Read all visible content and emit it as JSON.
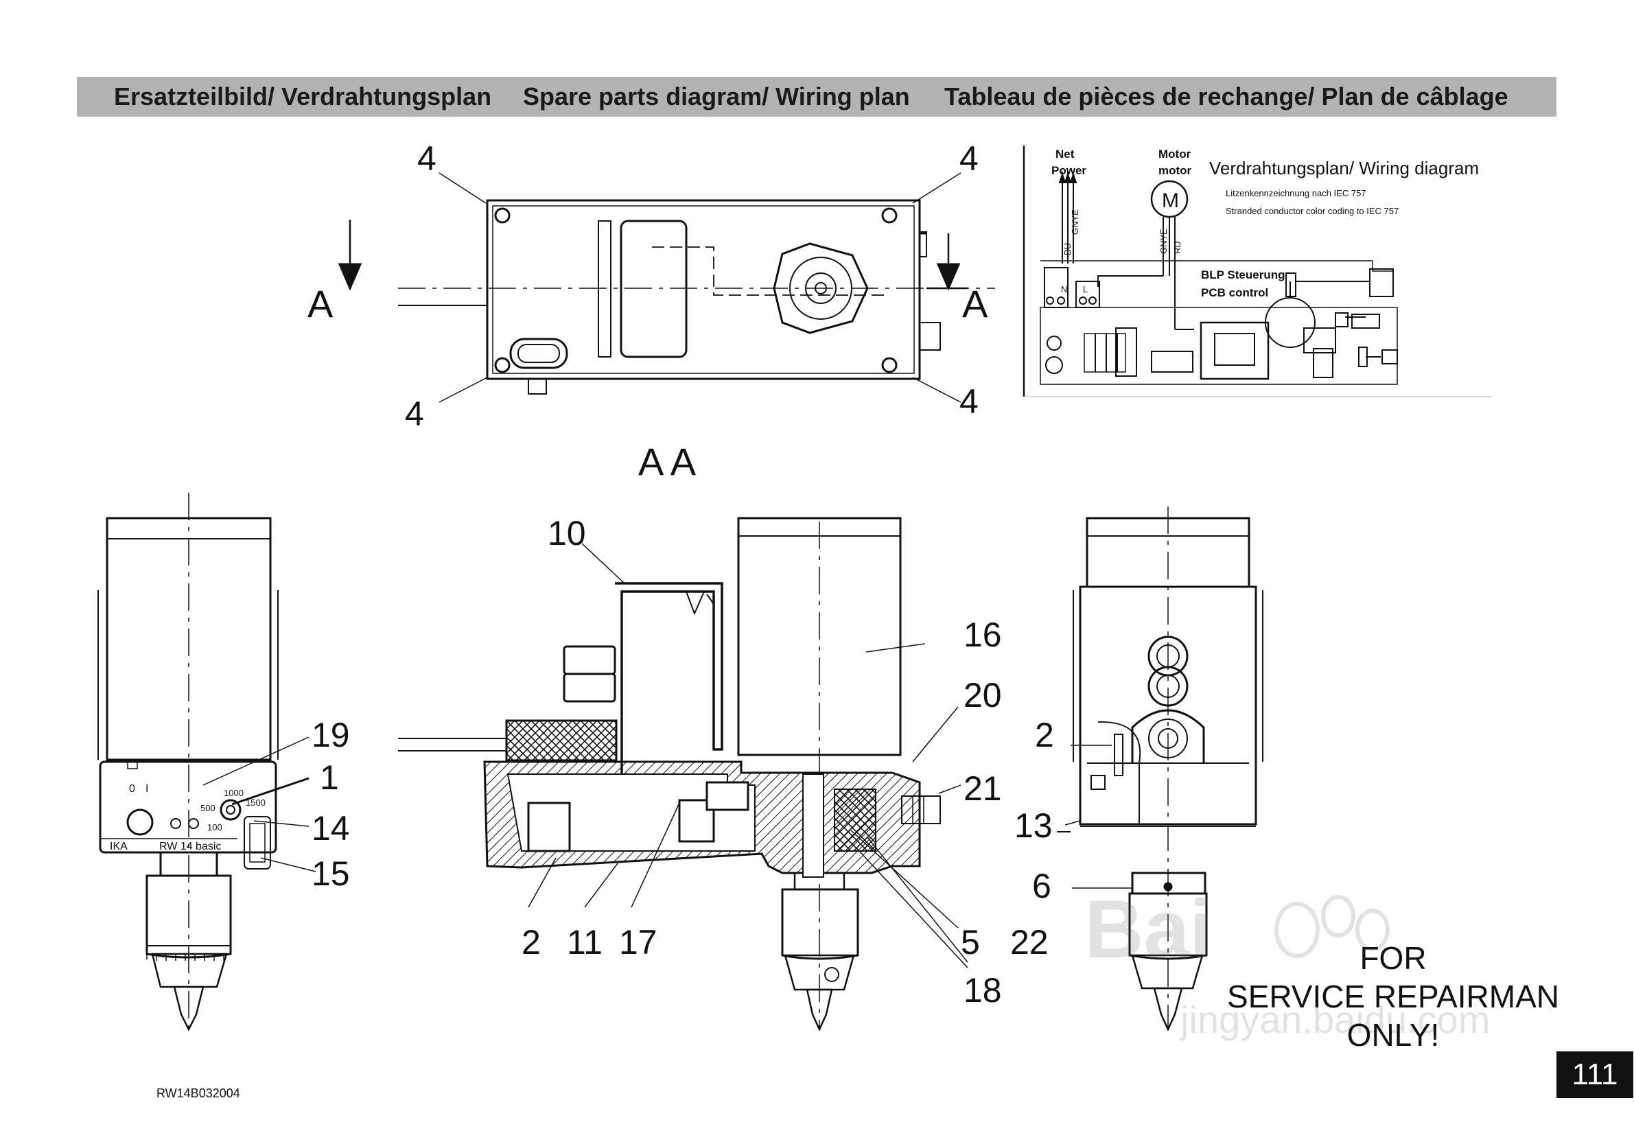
{
  "header": {
    "title_de": "Ersatzteilbild/ Verdrahtungsplan",
    "title_en": "Spare parts diagram/ Wiring plan",
    "title_fr": "Tableau de pièces de rechange/ Plan de câblage"
  },
  "top_view": {
    "callouts": [
      "4",
      "4",
      "4",
      "4"
    ],
    "section_marks": [
      "A",
      "A"
    ],
    "section_title": "A A"
  },
  "wiring": {
    "net_label": "Net",
    "power_label": "Power",
    "motor_label_de": "Motor",
    "motor_label_en": "motor",
    "motor_symbol": "M",
    "title": "Verdrahtungsplan/ Wiring diagram",
    "note_de": "Litzenkennzeichnung nach IEC 757",
    "note_en": "Stranded conductor color coding to IEC 757",
    "wire_codes": [
      "BU",
      "GNYE",
      "GNYE",
      "RD"
    ],
    "terminal_labels": [
      "N",
      "L"
    ],
    "pcb_label_de": "BLP Steuerung",
    "pcb_label_en": "PCB control"
  },
  "front_view": {
    "switch_marks": [
      "0",
      "I"
    ],
    "speed_scale": [
      "1000",
      "1500",
      "500",
      "100"
    ],
    "brand": "IKA",
    "model": "RW 14 basic",
    "callouts": [
      "19",
      "1",
      "14",
      "15"
    ]
  },
  "section_view": {
    "callouts_top": [
      "10",
      "16",
      "20",
      "21"
    ],
    "callouts_bottom": [
      "2",
      "11",
      "17",
      "5",
      "22",
      "18"
    ]
  },
  "side_view": {
    "callouts": [
      "2",
      "13",
      "6"
    ]
  },
  "service_note": {
    "line1": "FOR",
    "line2": "SERVICE REPAIRMAN",
    "line3": "ONLY!"
  },
  "watermark_text": "jingyan.baidu.com",
  "doc_code": "RW14B032004",
  "page_number": "111",
  "colors": {
    "header_bar": "#b3b3b3",
    "ink": "#111111",
    "page_number_bg": "#111111"
  }
}
